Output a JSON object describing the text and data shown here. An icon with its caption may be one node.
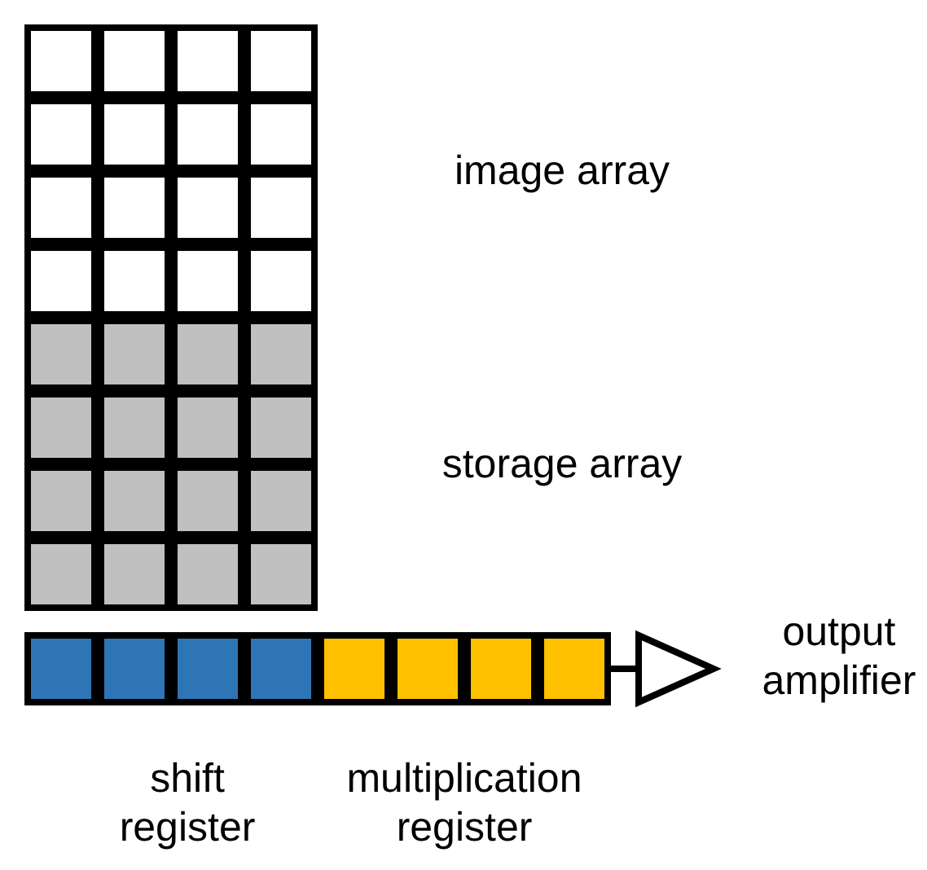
{
  "diagram": {
    "nodes": [
      {
        "text": [
          "image array"
        ]
      },
      {
        "text": [
          "storage array"
        ]
      },
      {
        "text": [
          "shift register"
        ]
      },
      {
        "text": [
          "multiplication register"
        ]
      },
      {
        "text": [
          "output amplifier"
        ]
      }
    ],
    "edges": [
      {
        "from": 3,
        "to": 4,
        "arrow": "none"
      }
    ]
  }
}
